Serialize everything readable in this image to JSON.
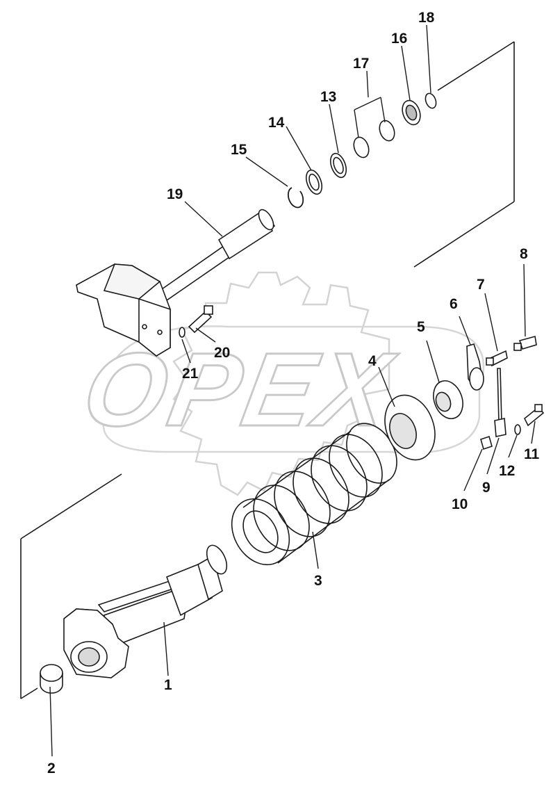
{
  "diagram": {
    "watermark": "OPEX",
    "parts": [
      {
        "number": "1"
      },
      {
        "number": "2"
      },
      {
        "number": "3"
      },
      {
        "number": "4"
      },
      {
        "number": "5"
      },
      {
        "number": "6"
      },
      {
        "number": "7"
      },
      {
        "number": "8"
      },
      {
        "number": "9"
      },
      {
        "number": "10"
      },
      {
        "number": "11"
      },
      {
        "number": "12"
      },
      {
        "number": "13"
      },
      {
        "number": "14"
      },
      {
        "number": "15"
      },
      {
        "number": "16"
      },
      {
        "number": "17"
      },
      {
        "number": "18"
      },
      {
        "number": "19"
      },
      {
        "number": "20"
      },
      {
        "number": "21"
      }
    ]
  },
  "colors": {
    "line": "#1a1a1a",
    "watermark_fill": "#ffffff",
    "watermark_stroke": "#c8c8c8",
    "part_fill": "#ffffff",
    "shade": "#bdbdbd"
  }
}
